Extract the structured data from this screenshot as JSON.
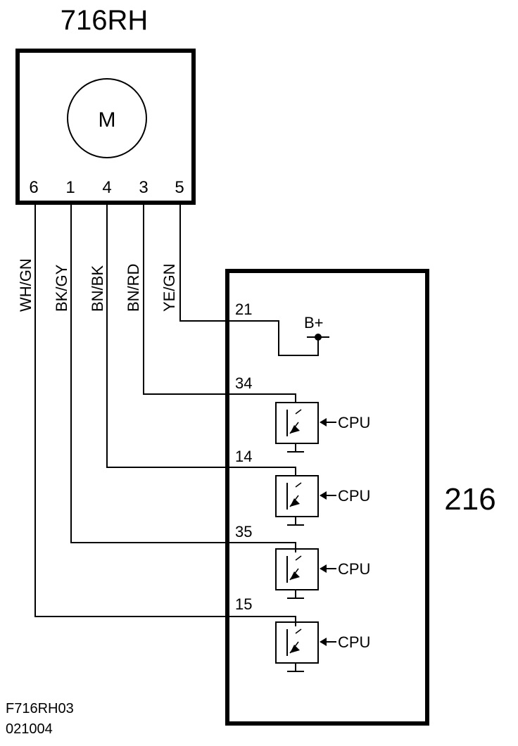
{
  "motor_component": {
    "id": "716RH",
    "symbol": "M",
    "pins": [
      "6",
      "1",
      "4",
      "3",
      "5"
    ]
  },
  "wires": [
    {
      "pin": "6",
      "color": "WH/GN",
      "terminal": "15"
    },
    {
      "pin": "1",
      "color": "BK/GY",
      "terminal": "35"
    },
    {
      "pin": "4",
      "color": "BN/BK",
      "terminal": "14"
    },
    {
      "pin": "3",
      "color": "BN/RD",
      "terminal": "34"
    },
    {
      "pin": "5",
      "color": "YE/GN",
      "terminal": "21"
    }
  ],
  "control_module": {
    "id": "216",
    "supply_label": "B+",
    "driver_input_label": "CPU",
    "drivers": [
      {
        "terminal": "34",
        "input": "CPU"
      },
      {
        "terminal": "14",
        "input": "CPU"
      },
      {
        "terminal": "35",
        "input": "CPU"
      },
      {
        "terminal": "15",
        "input": "CPU"
      }
    ]
  },
  "footer": {
    "figure_code": "F716RH03",
    "date_code": "021004"
  }
}
